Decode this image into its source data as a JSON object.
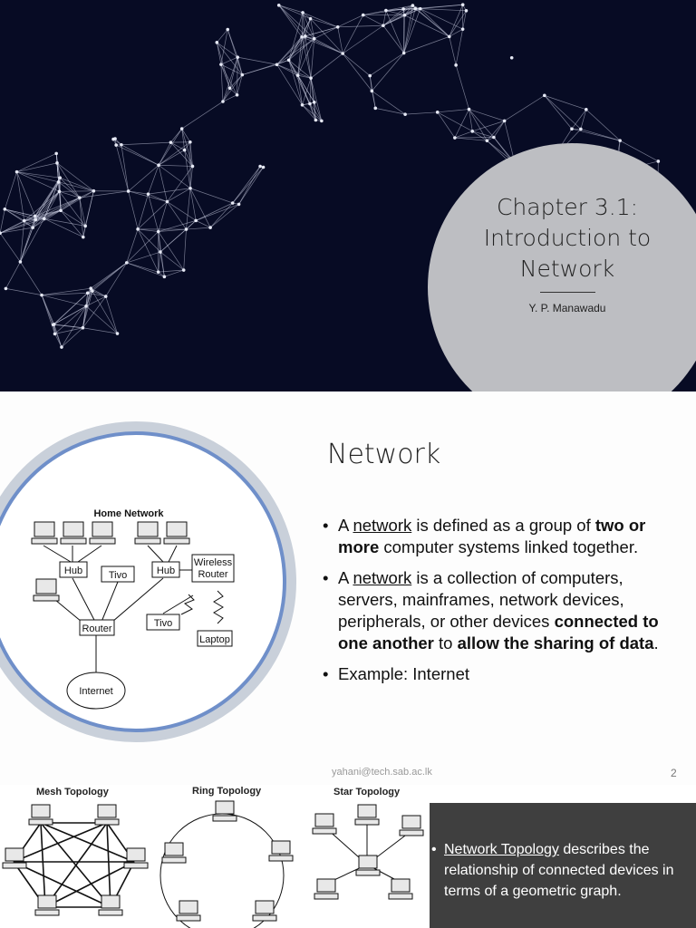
{
  "slide1": {
    "title_lines": [
      "Chapter 3.1:",
      "Introduction to",
      "Network"
    ],
    "author": "Y. P. Manawadu",
    "colors": {
      "background": "#070b24",
      "circle": "#bdbec2"
    }
  },
  "slide2": {
    "title": "Network",
    "bullet1": {
      "t1": "A ",
      "link": "network",
      "t2": " is defined as a group of ",
      "b1": "two or more",
      "t3": " computer systems linked together."
    },
    "bullet2": {
      "t1": "A ",
      "link": "network",
      "t2": " is a collection of computers, servers, mainframes, network devices, peripherals, or other devices ",
      "b1": "connected to one another",
      "t3": " to ",
      "b2": "allow the sharing of data",
      "t4": "."
    },
    "bullet3": "Example: Internet",
    "diagram": {
      "title": "Home Network",
      "hub1": "Hub",
      "tivo1": "Tivo",
      "hub2": "Hub",
      "wireless_router": [
        "Wireless",
        "Router"
      ],
      "router": "Router",
      "tivo2": "Tivo",
      "laptop": "Laptop",
      "internet": "Internet"
    },
    "footer_email": "yahani@tech.sab.ac.lk",
    "page_number": "2"
  },
  "slide3": {
    "mesh_label": "Mesh Topology",
    "ring_label": "Ring Topology",
    "star_label": "Star Topology",
    "bullet": {
      "link": "Network Topology",
      "rest": " describes the relationship of connected devices in terms of a geometric graph."
    }
  }
}
